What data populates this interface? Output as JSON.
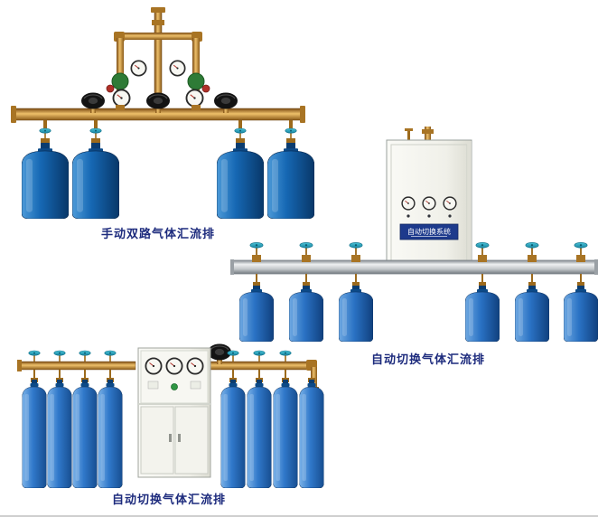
{
  "page": {
    "background": "#ffffff"
  },
  "colors": {
    "caption_text": "#1d2b7d",
    "brass_pipe": "#c99238",
    "cylinder_dark_blue": "#1668b4",
    "cylinder_medium_blue": "#2a72c4",
    "cylinder_light_blue": "#3078ca",
    "teal_handwheel": "#2aa9c0",
    "nameplate_blue": "#1d3a8c",
    "cabinet_body": "#f4f4ef",
    "rail_steel": "#c2c6c9"
  },
  "sections": {
    "manual_dual": {
      "caption": "手动双路气体汇流排",
      "cylinder_count": 4
    },
    "auto_wall": {
      "caption": "自动切换气体汇流排",
      "nameplate": "自动切换系统",
      "cylinder_count": 6
    },
    "auto_cabinet": {
      "caption": "自动切换气体汇流排",
      "cylinder_count": 8
    }
  }
}
